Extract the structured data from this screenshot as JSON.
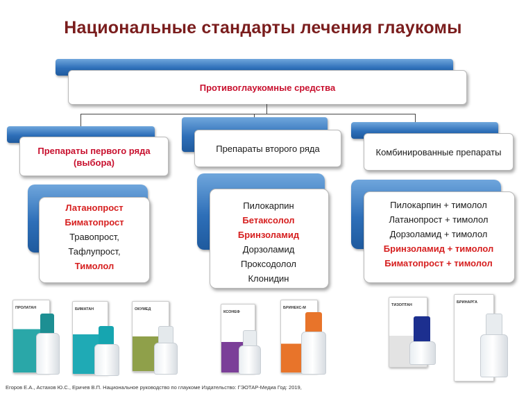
{
  "title": "Национальные стандарты лечения глаукомы",
  "root": {
    "label": "Противоглаукомные средства"
  },
  "groups": [
    {
      "label": "Препараты первого ряда (выбора)",
      "drugs": [
        {
          "name": "Латанопрост",
          "highlight": true
        },
        {
          "name": "Биматопрост",
          "highlight": true
        },
        {
          "name": "Травопрост,",
          "highlight": false
        },
        {
          "name": "Тафлупрост,",
          "highlight": false
        },
        {
          "name": "Тимолол",
          "highlight": true
        }
      ]
    },
    {
      "label": "Препараты второго ряда",
      "drugs": [
        {
          "name": "Пилокарпин",
          "highlight": false
        },
        {
          "name": "Бетаксолол",
          "highlight": true
        },
        {
          "name": "Бринзоламид",
          "highlight": true
        },
        {
          "name": "Дорзоламид",
          "highlight": false
        },
        {
          "name": "Проксодолол",
          "highlight": false
        },
        {
          "name": "Клонидин",
          "highlight": false
        }
      ]
    },
    {
      "label": "Комбинированные препараты",
      "drugs": [
        {
          "name": "Пилокарпин + тимолол",
          "highlight": false
        },
        {
          "name": "Латанопрост + тимолол",
          "highlight": false
        },
        {
          "name": "Дорзоламид + тимолол",
          "highlight": false
        },
        {
          "name": "Бринзоламид + тимолол",
          "highlight": true
        },
        {
          "name": "Биматопрост + тимолол",
          "highlight": true
        }
      ]
    }
  ],
  "products": [
    {
      "name": "ПРОЛАТАН",
      "color": "#2aa7a8",
      "cap": "#1d8f93"
    },
    {
      "name": "БИМАТАН",
      "color": "#1faab5",
      "cap": "#16a5b0"
    },
    {
      "name": "ОКУМЕД",
      "color": "#8fa04a",
      "cap": "#e4e9ec"
    },
    {
      "name": "КСОНЕФ",
      "color": "#7b3f98",
      "cap": "#e8ecef"
    },
    {
      "name": "БРИНЕКС-М",
      "color": "#e8742a",
      "cap": "#e8742a"
    },
    {
      "name": "ТИЗОПТАН",
      "color": "#6a3f96",
      "cap": "#1c2f8f"
    },
    {
      "name": "БРИНАРГА",
      "color": "#d3302c",
      "cap": "#e8ecef"
    }
  ],
  "footer": "Егоров Е.А., Астахов Ю.С., Еричев В.П. Национальное руководство по глаукоме Издательство: ГЭОТАР-Медиа Год: 2019,"
}
